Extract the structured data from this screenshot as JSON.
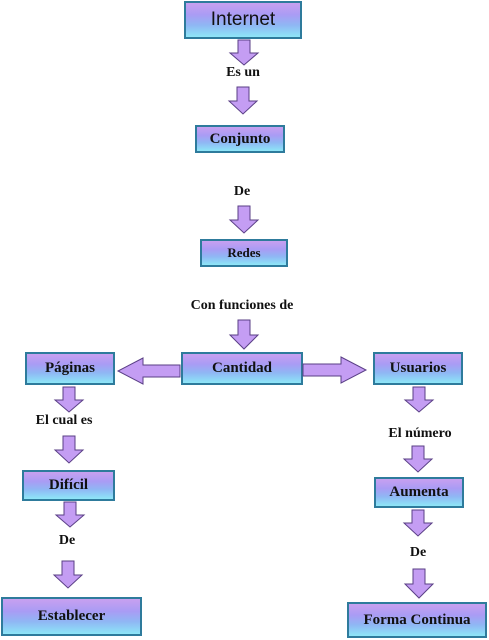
{
  "nodes": {
    "internet": "Internet",
    "conjunto": "Conjunto",
    "redes": "Redes",
    "cantidad": "Cantidad",
    "paginas": "Páginas",
    "usuarios": "Usuarios",
    "dificil": "Difícil",
    "establecer": "Establecer",
    "aumenta": "Aumenta",
    "forma_continua": "Forma Continua"
  },
  "labels": {
    "es_un": "Es un",
    "de_1": "De",
    "con_funciones_de": "Con funciones de",
    "el_cual_es": "El cual es",
    "de_2": "De",
    "el_numero": "El número",
    "de_3": "De"
  },
  "colors": {
    "box_border": "#2e7b9c",
    "box_gradient_top": "#c8a0f0",
    "box_gradient_bottom": "#8ee6f7",
    "arrow_fill": "#c49df3",
    "arrow_stroke": "#5a3f86"
  }
}
